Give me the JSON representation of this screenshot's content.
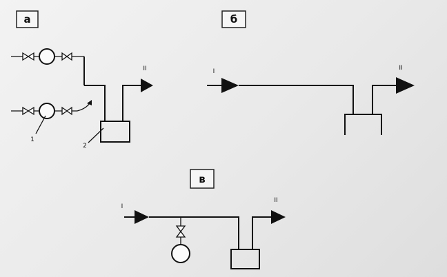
{
  "panels": {
    "a": {
      "label": "а",
      "callout_1": "1",
      "callout_2": "2",
      "output_label": "II"
    },
    "b": {
      "label": "б",
      "input_label": "I",
      "output_label": "II"
    },
    "v": {
      "label": "в",
      "input_label": "I",
      "output_label": "II"
    }
  }
}
